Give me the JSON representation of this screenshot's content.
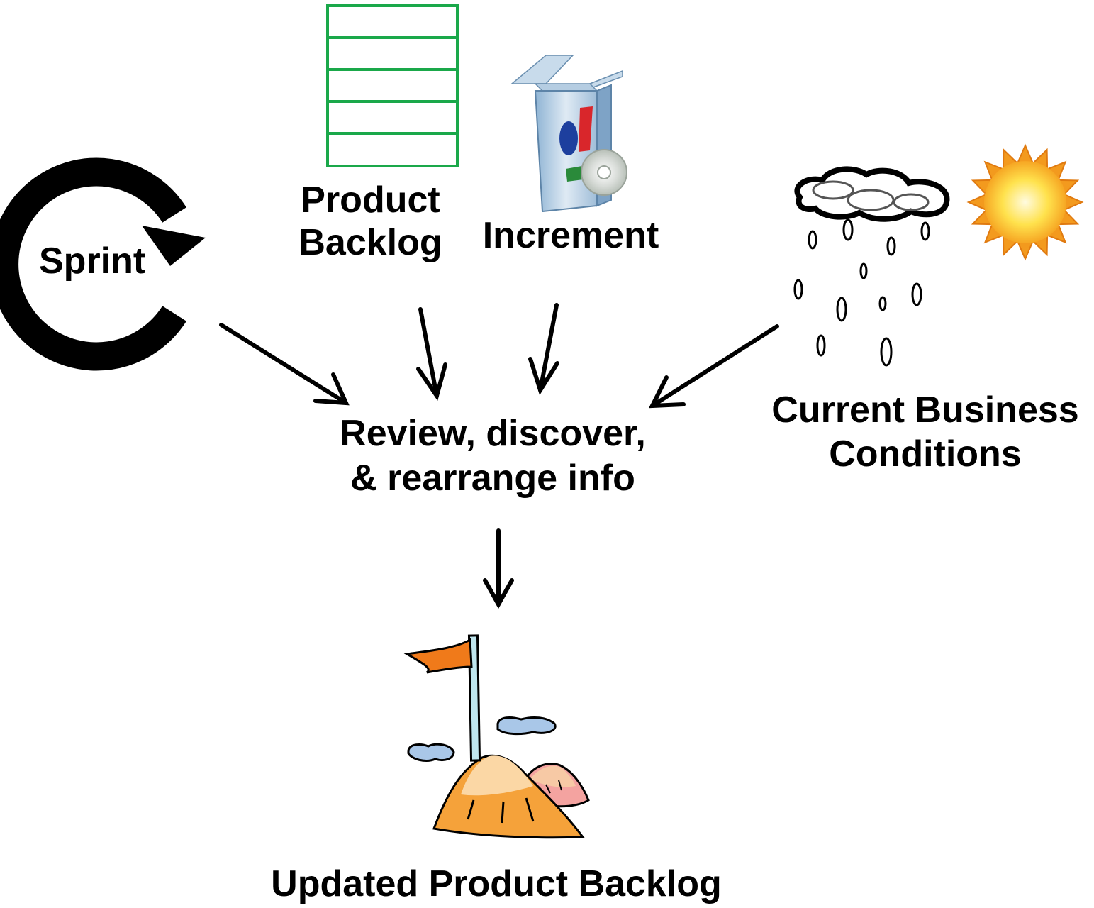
{
  "labels": {
    "sprint": "Sprint",
    "product_backlog_line1": "Product",
    "product_backlog_line2": "Backlog",
    "increment": "Increment",
    "business_line1": "Current Business",
    "business_line2": "Conditions",
    "review_line1": "Review, discover,",
    "review_line2": "& rearrange info",
    "updated_backlog": "Updated Product Backlog"
  },
  "icons": {
    "sprint": "sprint-cycle-icon",
    "backlog": "backlog-list-icon",
    "increment": "software-box-icon",
    "rain": "rain-cloud-icon",
    "sun": "sun-icon",
    "summit": "mountain-flag-icon"
  },
  "colors": {
    "backlog_green": "#1aa84a",
    "flag_orange": "#f07a1a",
    "mountain_orange": "#f5a23a",
    "sun_orange": "#f39a1e",
    "sun_yellow": "#ffe85a",
    "cloud_blue": "#a9c7e8"
  }
}
